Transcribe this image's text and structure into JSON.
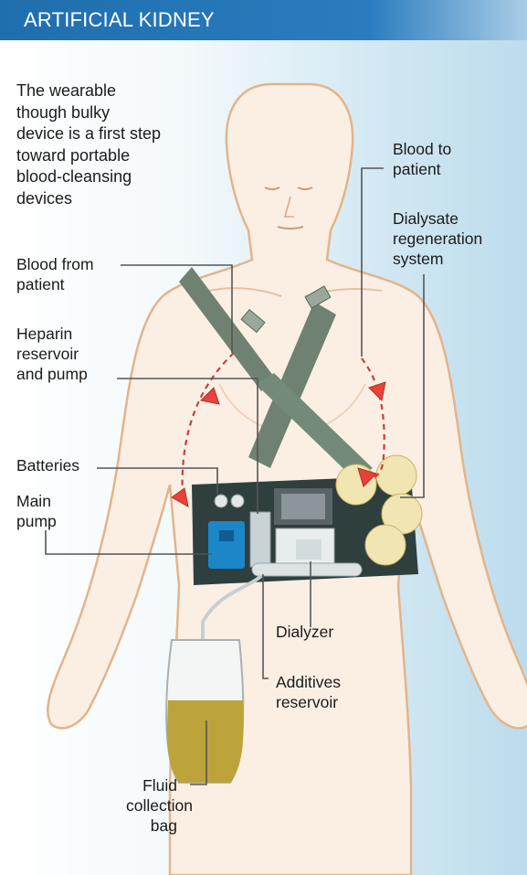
{
  "header": {
    "title": "ARTIFICIAL KIDNEY"
  },
  "intro": {
    "lines": [
      "The wearable",
      "though bulky",
      "device is a first step",
      "toward portable",
      "blood-cleansing",
      "devices"
    ]
  },
  "labels": {
    "blood_from_patient": [
      "Blood from",
      "patient"
    ],
    "heparin": [
      "Heparin",
      "reservoir",
      "and pump"
    ],
    "batteries": [
      "Batteries"
    ],
    "main_pump": [
      "Main",
      "pump"
    ],
    "blood_to_patient": [
      "Blood to",
      "patient"
    ],
    "dialysate": [
      "Dialysate",
      "regeneration",
      "system"
    ],
    "dialyzer": [
      "Dialyzer"
    ],
    "additives": [
      "Additives",
      "reservoir"
    ],
    "fluid_bag": [
      "Fluid",
      "collection",
      "bag"
    ]
  },
  "colors": {
    "header": "#1f6fae",
    "body_skin": "#fbefe4",
    "body_outline": "#e3b48a",
    "strap": "#6f8272",
    "device": "#2f3f3e",
    "pump_blue": "#1b86c8",
    "arrow_red": "#e8433a",
    "dialysate_disc": "#f1e6b2",
    "bag_fluid": "#bca43b"
  },
  "icons": [
    "blood-flow-arrow-icon",
    "battery-icon"
  ]
}
